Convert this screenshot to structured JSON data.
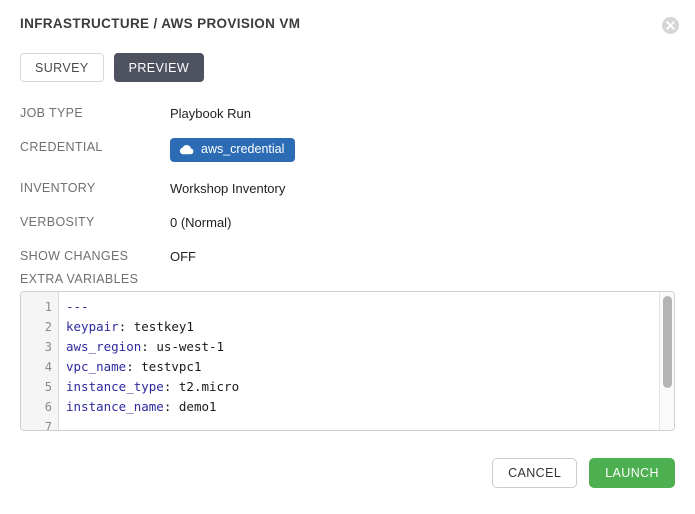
{
  "header": {
    "title": "INFRASTRUCTURE / AWS PROVISION VM",
    "close_label": "×"
  },
  "tabs": [
    {
      "label": "SURVEY",
      "active": false
    },
    {
      "label": "PREVIEW",
      "active": true
    }
  ],
  "details": [
    {
      "label": "JOB TYPE",
      "value": "Playbook Run"
    },
    {
      "label": "CREDENTIAL",
      "value": "aws_credential"
    },
    {
      "label": "INVENTORY",
      "value": "Workshop Inventory"
    },
    {
      "label": "VERBOSITY",
      "value": "0 (Normal)"
    },
    {
      "label": "SHOW CHANGES",
      "value": "OFF"
    }
  ],
  "extra_variables": {
    "label": "EXTRA VARIABLES",
    "lines": [
      {
        "number": "1",
        "key": "---",
        "sep": "",
        "value": ""
      },
      {
        "number": "2",
        "key": "keypair",
        "sep": ":",
        "value": " testkey1"
      },
      {
        "number": "3",
        "key": "aws_region",
        "sep": ":",
        "value": " us-west-1"
      },
      {
        "number": "4",
        "key": "vpc_name",
        "sep": ":",
        "value": " testvpc1"
      },
      {
        "number": "5",
        "key": "instance_type",
        "sep": ":",
        "value": " t2.micro"
      },
      {
        "number": "6",
        "key": "instance_name",
        "sep": ":",
        "value": " demo1"
      },
      {
        "number": "7",
        "key": "",
        "sep": "",
        "value": ""
      }
    ]
  },
  "footer": {
    "cancel_label": "CANCEL",
    "launch_label": "LAUNCH"
  },
  "colors": {
    "accent_blue": "#2b6cb5",
    "active_tab": "#4d525e",
    "launch_green": "#4caf50",
    "label_gray": "#707070",
    "yaml_key": "#2e2a9e"
  }
}
